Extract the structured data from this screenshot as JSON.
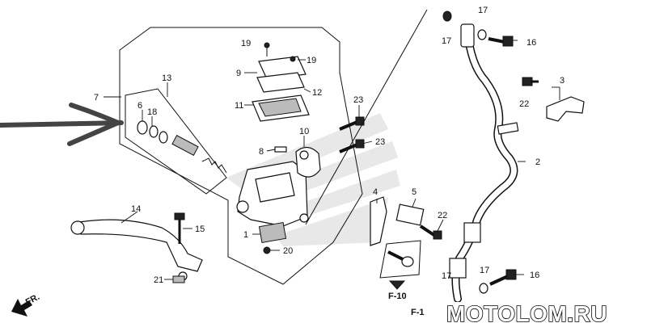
{
  "callouts": {
    "c1": "1",
    "c2": "2",
    "c3": "3",
    "c4": "4",
    "c5": "5",
    "c6": "6",
    "c7": "7",
    "c8": "8",
    "c9": "9",
    "c10": "10",
    "c11": "11",
    "c12": "12",
    "c13": "13",
    "c14": "14",
    "c15": "15",
    "c16a": "16",
    "c16b": "16",
    "c17a": "17",
    "c17b": "17",
    "c17c": "17",
    "c17d": "17",
    "c18": "18",
    "c19a": "19",
    "c19b": "19",
    "c20": "20",
    "c21": "21",
    "c22a": "22",
    "c22b": "22",
    "c23a": "23",
    "c23b": "23"
  },
  "refs": {
    "f10": "F-10",
    "f1": "F-1"
  },
  "direction_label": "FR.",
  "watermark": "MOTOLOM.RU",
  "colors": {
    "line": "#111111",
    "fill": "#ffffff",
    "emblem": "#e8e8e8"
  },
  "icons": {
    "pointer": "hand-drawn-arrow-icon",
    "direction": "front-direction-arrow-icon"
  }
}
